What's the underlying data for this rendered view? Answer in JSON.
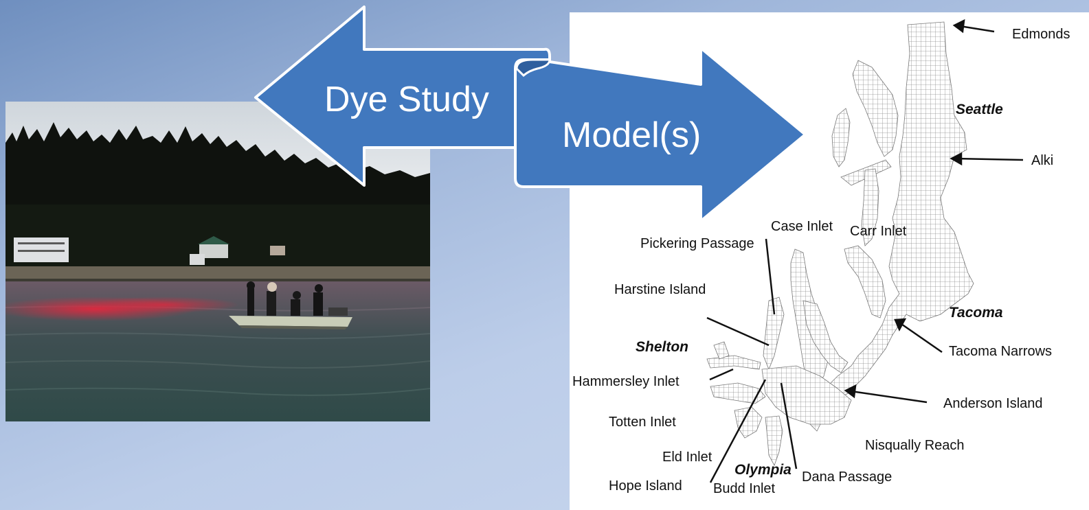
{
  "arrows": {
    "left_label": "Dye Study",
    "right_label": "Model(s)"
  },
  "photo": {
    "subject": "boat-crew-releasing-red-dye-on-water"
  },
  "map": {
    "labels": {
      "edmonds": "Edmonds",
      "seattle": "Seattle",
      "alki": "Alki",
      "case_inlet": "Case Inlet",
      "carr_inlet": "Carr Inlet",
      "pickering_passage": "Pickering Passage",
      "harstine_island": "Harstine Island",
      "tacoma": "Tacoma",
      "shelton": "Shelton",
      "tacoma_narrows": "Tacoma Narrows",
      "hammersley_inlet": "Hammersley Inlet",
      "anderson_island": "Anderson Island",
      "totten_inlet": "Totten Inlet",
      "nisqually_reach": "Nisqually Reach",
      "eld_inlet": "Eld Inlet",
      "olympia": "Olympia",
      "dana_passage": "Dana Passage",
      "hope_island": "Hope Island",
      "budd_inlet": "Budd Inlet"
    }
  },
  "colors": {
    "arrow_fill": "#4178be",
    "arrow_stroke": "#ffffff",
    "dye": "#d8283c"
  }
}
